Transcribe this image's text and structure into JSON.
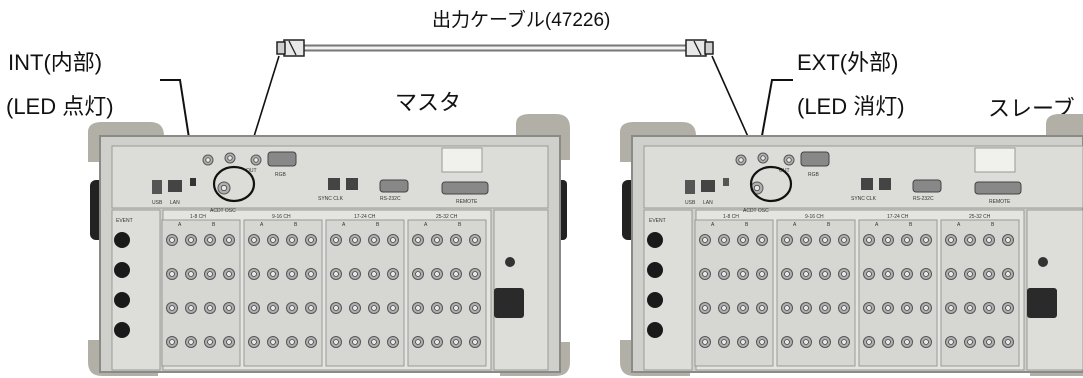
{
  "cable_label": "出力ケーブル(47226)",
  "master": {
    "title": "マスタ",
    "int_label": "INT(内部)",
    "int_led": "(LED 点灯)"
  },
  "slave": {
    "title": "スレーブ",
    "ext_label": "EXT(外部)",
    "ext_led": "(LED 消灯)"
  },
  "panel_text": {
    "usb": "USB",
    "lan": "LAN",
    "event": "EVENT",
    "out": "OUT",
    "rgb": "RGB",
    "acdt": "ACDT OSC",
    "sync": "SYNC CLK",
    "rs": "RS-232C",
    "remote": "REMOTE",
    "ch": [
      "1-8 CH",
      "9-16 CH",
      "17-24 CH",
      "25-32 CH"
    ],
    "ab": [
      "A",
      "B"
    ]
  },
  "colors": {
    "panel": "#d9d9d5",
    "frame": "#8a8a86",
    "connector": "#a8a8a8",
    "line": "#111111"
  }
}
